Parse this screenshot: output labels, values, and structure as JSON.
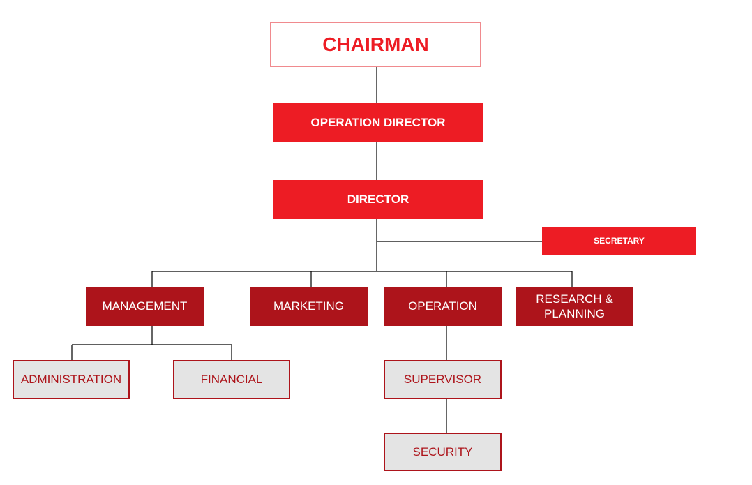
{
  "chart": {
    "chairman": "CHAIRMAN",
    "operation_director": "OPERATION DIRECTOR",
    "director": "DIRECTOR",
    "secretary": "SECRETARY",
    "departments": {
      "management": "MANAGEMENT",
      "marketing": "MARKETING",
      "operation": "OPERATION",
      "research": "RESEARCH & PLANNING"
    },
    "sub_units": {
      "administration": "ADMINISTRATION",
      "financial": "FINANCIAL",
      "supervisor": "SUPERVISOR",
      "security": "SECURITY"
    }
  },
  "colors": {
    "primary": "#ed1c24",
    "dark": "#ad141b",
    "gray": "#e4e4e4"
  }
}
